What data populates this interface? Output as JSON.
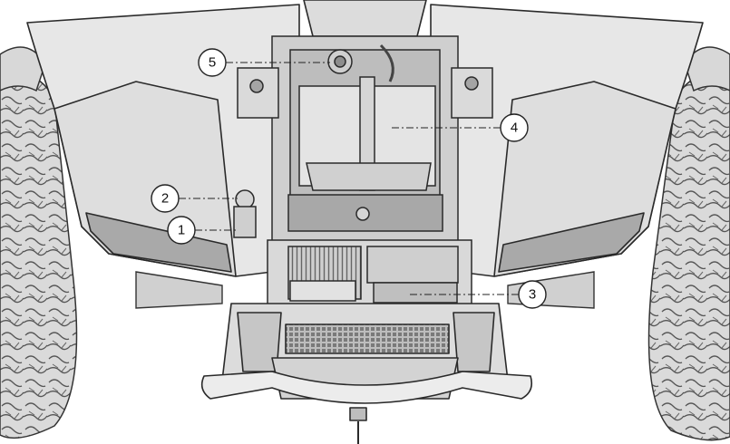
{
  "callouts": [
    {
      "number": "1"
    },
    {
      "number": "2"
    },
    {
      "number": "3"
    },
    {
      "number": "4"
    },
    {
      "number": "5"
    }
  ],
  "colors": {
    "body": "#e7e7e7",
    "body_shade": "#d2d2d2",
    "line": "#2a2a2a",
    "background": "#ffffff"
  }
}
